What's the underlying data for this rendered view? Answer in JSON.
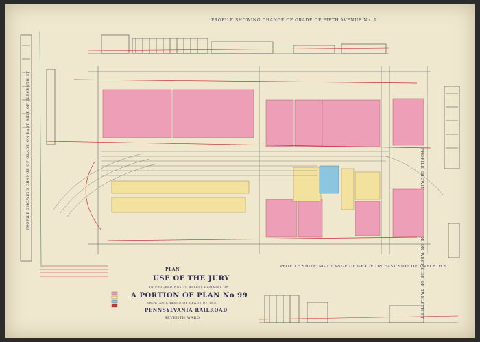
{
  "map": {
    "top_profile_title": "PROFILE SHOWING CHANGE OF GRADE OF FIFTH AVENUE No. 1",
    "right_profile_title": "PROFILE SHOWING CHANGE OF GRADE ON WEST SIDE OF TWELFTH ST",
    "left_profile_title": "PROFILE SHOWING CHANGE OF GRADE ON EAST SIDE OF ELEVENTH ST",
    "bottom_profile_title": "PROFILE SHOWING CHANGE OF GRADE ON EAST SIDE OF TWELFTH ST",
    "plan_heading": "PLAN",
    "plan_use": "USE OF THE JURY",
    "plan_small_line": "IN PROCEEDINGS TO ASSESS DAMAGES ON",
    "plan_main": "A PORTION OF PLAN No 99",
    "plan_small_line2": "SHOWING CHANGE OF GRADE OF THE",
    "plan_company": "PENNSYLVANIA RAILROAD",
    "plan_ward": "SEVENTH WARD"
  }
}
